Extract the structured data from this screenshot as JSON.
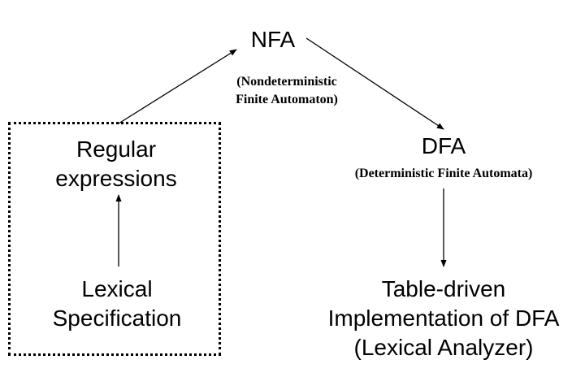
{
  "diagram": {
    "nfa": {
      "label": "NFA",
      "description_line1": "(Nondeterministic",
      "description_line2": "Finite Automaton)"
    },
    "dfa": {
      "label": "DFA",
      "description": "(Deterministic Finite Automata)"
    },
    "regular_expressions": {
      "line1": "Regular",
      "line2": "expressions"
    },
    "lexical_specification": {
      "line1": "Lexical",
      "line2": "Specification"
    },
    "implementation": {
      "line1": "Table-driven",
      "line2": "Implementation of DFA",
      "line3": "(Lexical Analyzer)"
    }
  }
}
